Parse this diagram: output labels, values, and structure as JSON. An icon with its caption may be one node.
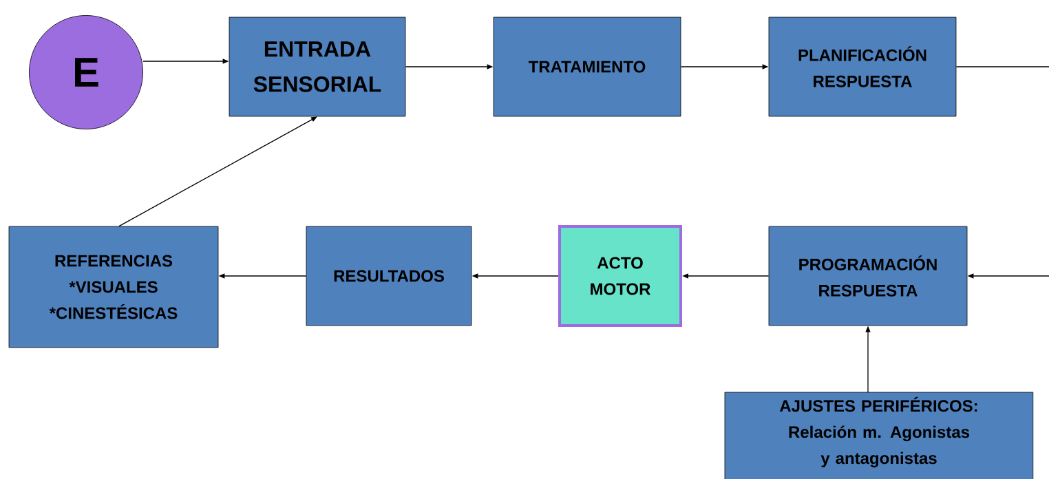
{
  "diagram": {
    "nodes": [
      {
        "text": [
          "E"
        ]
      },
      {
        "text": [
          "ENTRADA SENSORIAL"
        ]
      },
      {
        "text": [
          "TRATAMIENTO"
        ]
      },
      {
        "text": [
          "PLANIFICACIÓN RESPUESTA"
        ]
      },
      {
        "text": [
          "REFERENCIAS *VISUALES *CINESTÉSICAS"
        ]
      },
      {
        "text": [
          "RESULTADOS"
        ]
      },
      {
        "text": [
          "ACTO MOTOR"
        ]
      },
      {
        "text": [
          "PROGRAMACIÓN RESPUESTA"
        ]
      },
      {
        "text": [
          "AJUSTES PERIFÉRICOS:",
          "Relación m. Agonistas y antagonistas"
        ]
      }
    ],
    "edges": [
      {
        "from": 0,
        "to": 1,
        "arrow": "to"
      },
      {
        "from": 1,
        "to": 2,
        "arrow": "to"
      },
      {
        "from": 2,
        "to": 3,
        "arrow": "to"
      },
      {
        "from": 3,
        "to": 7,
        "arrow": "to"
      },
      {
        "from": 7,
        "to": 6,
        "arrow": "to"
      },
      {
        "from": 6,
        "to": 5,
        "arrow": "to"
      },
      {
        "from": 5,
        "to": 4,
        "arrow": "to"
      },
      {
        "from": 4,
        "to": 1,
        "arrow": "to"
      },
      {
        "from": 8,
        "to": 7,
        "arrow": "to"
      }
    ]
  }
}
